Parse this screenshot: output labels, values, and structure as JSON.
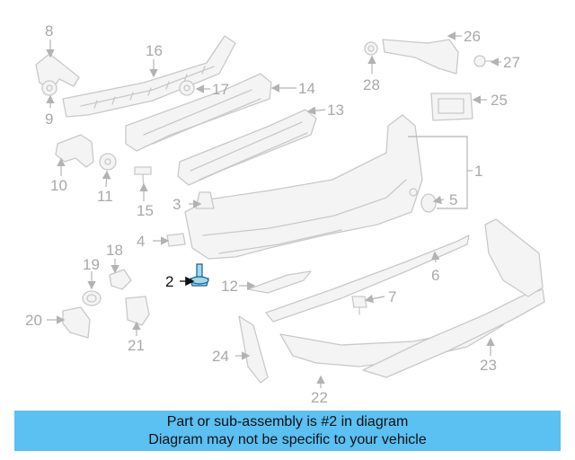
{
  "callouts": [
    "1",
    "2",
    "3",
    "4",
    "5",
    "6",
    "7",
    "8",
    "9",
    "10",
    "11",
    "12",
    "13",
    "14",
    "15",
    "16",
    "17",
    "18",
    "19",
    "20",
    "21",
    "22",
    "23",
    "24",
    "25",
    "26",
    "27",
    "28"
  ],
  "highlighted_part": "2",
  "colors": {
    "banner": "#5bc0f2",
    "highlight_fill": "#9fd8ef",
    "highlight_stroke": "#1b5f86",
    "line": "#c9c9c9"
  },
  "banner": {
    "line1": "Part or sub-assembly is #2 in diagram",
    "line2": "Diagram may not be specific to your vehicle"
  }
}
